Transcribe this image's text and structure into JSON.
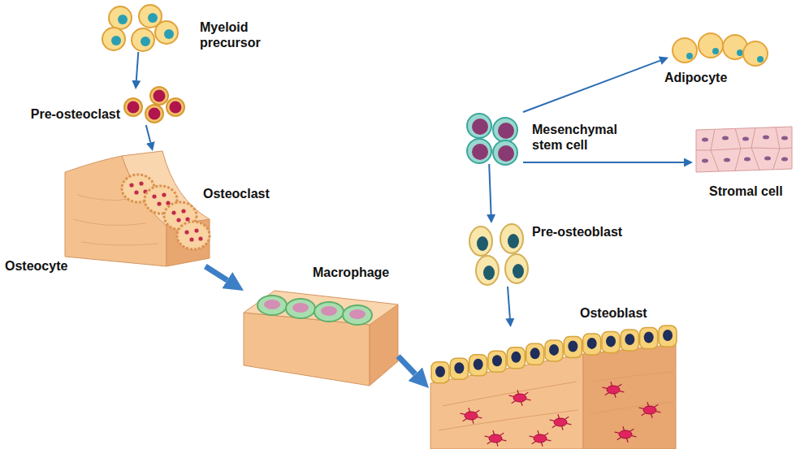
{
  "diagram": {
    "nodes": [
      {
        "text": [
          "Myeloid precursor"
        ]
      },
      {
        "text": [
          "Pre-osteoclast"
        ]
      },
      {
        "text": [
          "Osteoclast"
        ]
      },
      {
        "text": [
          "Macrophage"
        ]
      },
      {
        "text": [
          "Mesenchymal stem cell"
        ]
      },
      {
        "text": [
          "Adipocyte"
        ]
      },
      {
        "text": [
          "Stromal cell"
        ]
      },
      {
        "text": [
          "Pre-osteoblast"
        ]
      },
      {
        "text": [
          "Osteoblast"
        ]
      }
    ],
    "edges": [
      {
        "from": 0,
        "to": 1,
        "arrow": "to"
      },
      {
        "from": 1,
        "to": 2,
        "arrow": "to"
      },
      {
        "from": 2,
        "to": 3,
        "arrow": "to"
      },
      {
        "from": 3,
        "to": 8,
        "arrow": "to"
      },
      {
        "from": 4,
        "to": 5,
        "arrow": "to"
      },
      {
        "from": 4,
        "to": 6,
        "arrow": "to"
      },
      {
        "from": 4,
        "to": 7,
        "arrow": "to"
      },
      {
        "from": 7,
        "to": 8,
        "arrow": "to"
      }
    ],
    "labels": [
      "Osteocyte"
    ]
  }
}
